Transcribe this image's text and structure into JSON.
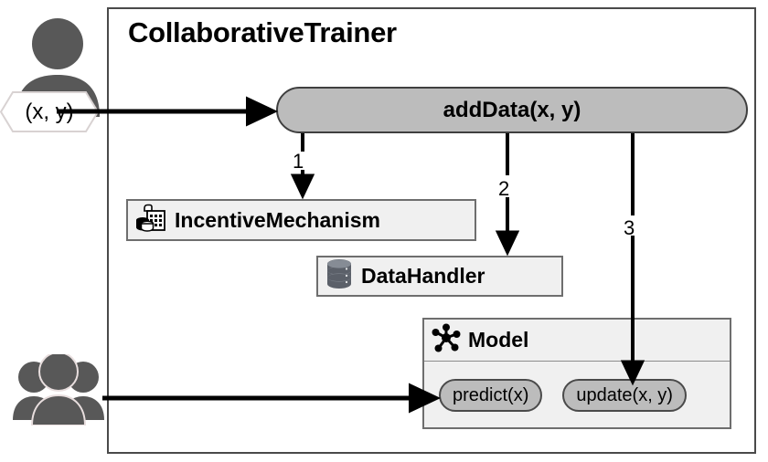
{
  "diagram": {
    "title": "CollaborativeTrainer",
    "frame_name": "collaborative-trainer-container"
  },
  "actors": [
    {
      "id": "data-provider",
      "icon": "single-user-icon",
      "data_label": "(x, y)"
    },
    {
      "id": "consumers",
      "icon": "group-users-icon",
      "data_label": ""
    }
  ],
  "entry_point": {
    "label": "addData(x, y)",
    "shape": "rounded-pill",
    "fill": "#bcbcbc",
    "stroke": "#3f3f3f"
  },
  "components": [
    {
      "id": "incentive-mechanism",
      "label": "IncentiveMechanism",
      "icon": "cash-register-icon",
      "fill": "#f0f0f0",
      "stroke": "#6e6e6e"
    },
    {
      "id": "data-handler",
      "label": "DataHandler",
      "icon": "database-icon",
      "fill": "#f0f0f0",
      "stroke": "#6e6e6e"
    },
    {
      "id": "model",
      "label": "Model",
      "icon": "network-node-icon",
      "fill": "#f0f0f0",
      "stroke": "#6e6e6e"
    }
  ],
  "model_methods": [
    {
      "id": "predict",
      "label": "predict(x)"
    },
    {
      "id": "update",
      "label": "update(x, y)"
    }
  ],
  "flow_steps": [
    {
      "number": "1",
      "from": "addData(x, y)",
      "to": "IncentiveMechanism"
    },
    {
      "number": "2",
      "from": "addData(x, y)",
      "to": "DataHandler"
    },
    {
      "number": "3",
      "from": "addData(x, y)",
      "to": "update(x, y)"
    }
  ],
  "colors": {
    "frame_stroke": "#4a4a4a",
    "box_fill": "#f0f0f0",
    "box_stroke": "#6e6e6e",
    "pill_fill": "#bcbcbc",
    "actor_gray": "#585858",
    "arrow_black": "#000000",
    "page_background": "#ffffff"
  }
}
